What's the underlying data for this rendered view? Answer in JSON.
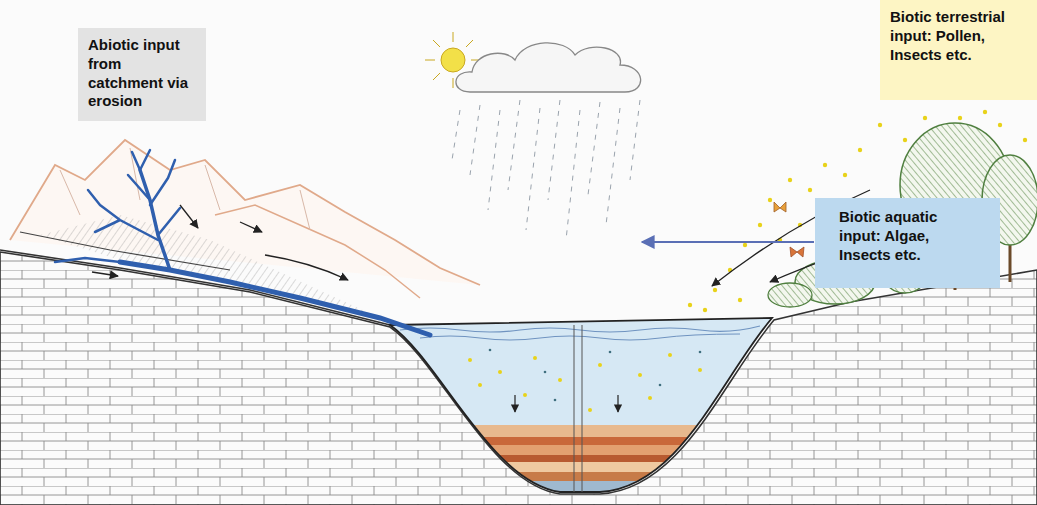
{
  "diagram": {
    "nodes": [
      {
        "text": [
          "Abiotic input from catchment via erosion"
        ]
      },
      {
        "text": [
          "Biotic terrestrial input: Pollen, Insects etc."
        ]
      },
      {
        "text": [
          "Biotic aquatic input: Algae, Insects etc."
        ]
      }
    ]
  }
}
